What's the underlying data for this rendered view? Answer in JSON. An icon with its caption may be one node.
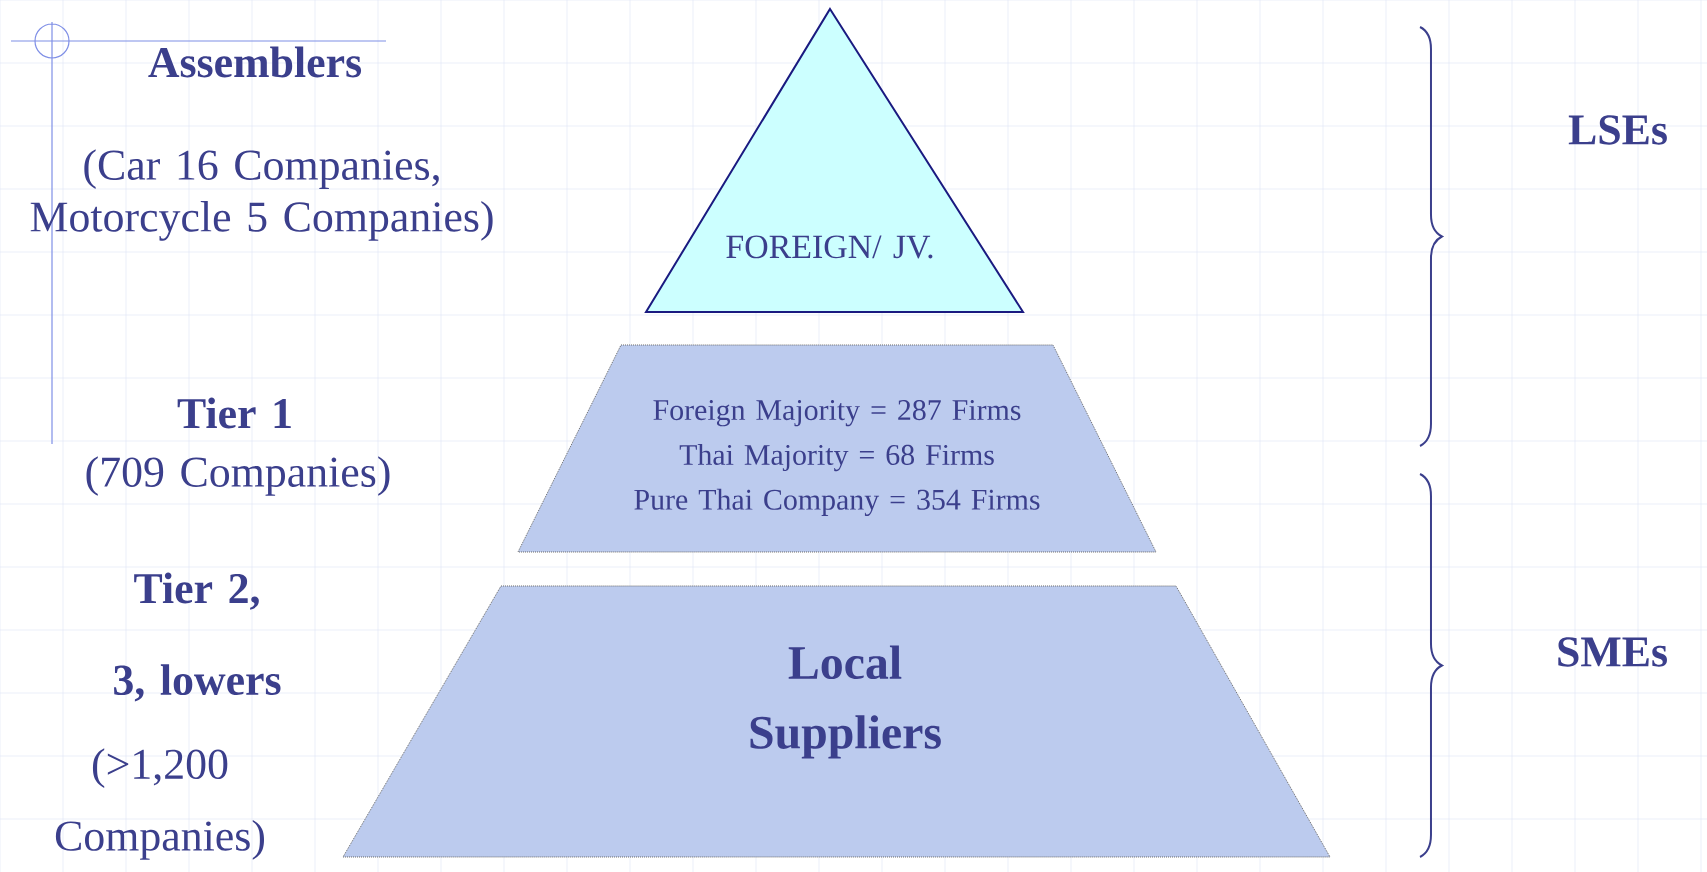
{
  "diagram": {
    "nodes": [
      {
        "text": [
          "FOREIGN/ JV."
        ]
      },
      {
        "text": [
          "Foreign Majority = 287 Firms",
          "Thai Majority = 68 Firms",
          "Pure Thai Company = 354 Firms"
        ]
      },
      {
        "text": [
          "Local Suppliers"
        ]
      }
    ],
    "labels": [
      "Assemblers",
      "(Car 16 Companies, Motorcycle 5 Companies)",
      "LSEs",
      "Tier 1",
      "(709 Companies)",
      "Tier 2, 3, lowers",
      "SMEs",
      "(>1,200 Companies)"
    ]
  }
}
